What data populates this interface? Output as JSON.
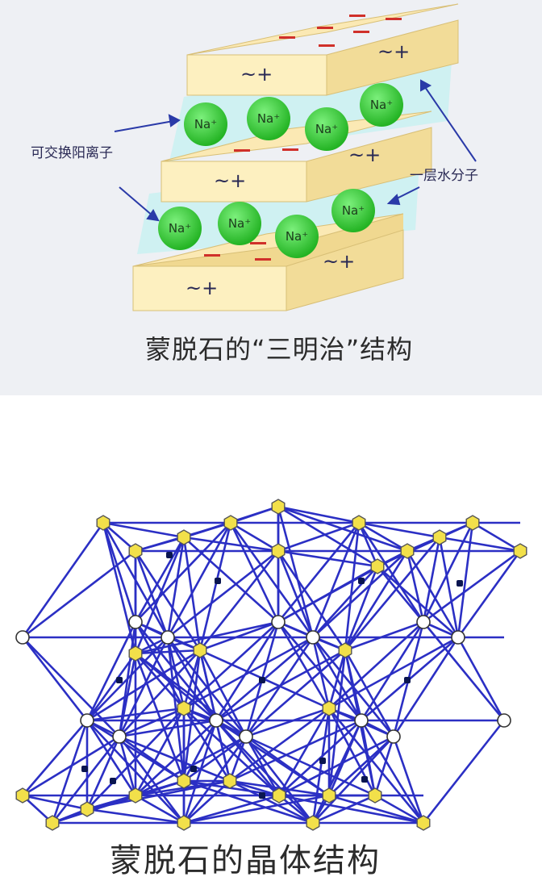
{
  "top": {
    "caption": "蒙脱石的“三明治”结构",
    "label_cation": "可交换阳离子",
    "label_water": "一层水分子",
    "charge_neg": "—",
    "charge_pos": "~+",
    "ion": "Na⁺"
  },
  "bottom": {
    "caption": "蒙脱石的晶体结构"
  },
  "colors": {
    "slab_face": "#fdf0c0",
    "slab_side": "#f0d890",
    "ion_green": "#3ed13e",
    "water": "#c8f0f0",
    "lattice_blue": "#2b2fc4",
    "atom_yellow": "#f2e04a"
  }
}
